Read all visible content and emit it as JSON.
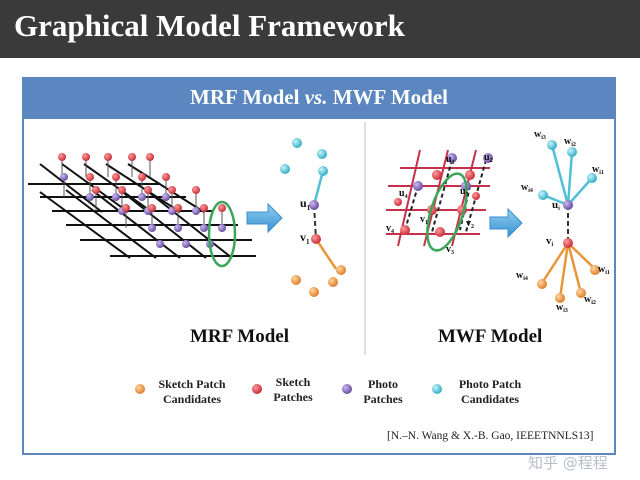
{
  "header": {
    "title": "Graphical Model Framework"
  },
  "panel": {
    "title_main": "MRF Model",
    "title_vs": "vs.",
    "title_end": "MWF Model"
  },
  "diagram": {
    "mrf_label": "MRF Model",
    "mwf_label": "MWF Model",
    "mrf_nodes": {
      "u": "u",
      "u_sub": "1",
      "v": "v",
      "v_sub": "1"
    },
    "mwf_grid_nodes": {
      "u1": "u",
      "u1_sub": "1",
      "u2": "u",
      "u2_sub": "2",
      "u3": "u",
      "u3_sub": "3",
      "u4": "u",
      "u4_sub": "4",
      "v1": "v",
      "v1_sub": "1",
      "v2": "v",
      "v2_sub": "2",
      "v3": "v",
      "v3_sub": "3",
      "v4": "v",
      "v4_sub": "4"
    },
    "mwf_star_nodes": {
      "u": "u",
      "u_sub": "i",
      "v": "v",
      "v_sub": "i",
      "top_weights": [
        {
          "w": "w",
          "sub": "i3"
        },
        {
          "w": "w",
          "sub": "i2"
        },
        {
          "w": "w",
          "sub": "i1"
        },
        {
          "w": "w",
          "sub": "i4"
        }
      ],
      "bottom_weights": [
        {
          "w": "w",
          "sub": "i4"
        },
        {
          "w": "w",
          "sub": "i3"
        },
        {
          "w": "w",
          "sub": "i2"
        },
        {
          "w": "w",
          "sub": "i1"
        }
      ]
    }
  },
  "legend": [
    {
      "label_line1": "Sketch Patch",
      "label_line2": "Candidates",
      "color": "#e8963a"
    },
    {
      "label_line1": "Sketch",
      "label_line2": "Patches",
      "color": "#d9454b"
    },
    {
      "label_line1": "Photo",
      "label_line2": "Patches",
      "color": "#7d64b0"
    },
    {
      "label_line1": "Photo Patch",
      "label_line2": "Candidates",
      "color": "#4fc1d6"
    }
  ],
  "citation": "[N.–N. Wang & X.-B. Gao, IEEETNNLS13]",
  "watermark": "知乎 @程程",
  "colors": {
    "header_bg": "#3a3a3a",
    "panel_border": "#5b86bf",
    "arrow": "#4a9fd8",
    "ellipse": "#3aa65a",
    "mwf_grid_line": "#c6304a"
  }
}
